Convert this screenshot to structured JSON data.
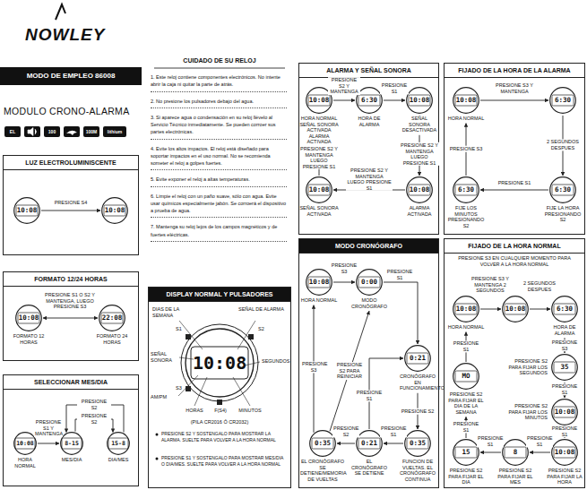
{
  "diagram": {
    "title": "MODO DE EMPLEO 86008",
    "nodes": [
      {
        "text": [
          "LUZ ELECTROLUMINISCENTE"
        ]
      },
      {
        "text": [
          "10:08"
        ],
        "in": 0
      },
      {
        "text": [
          "10:08"
        ],
        "in": 0
      },
      {
        "text": [
          "FORMATO 12/24 HORAS"
        ]
      },
      {
        "text": [
          "10:08",
          "FORMATO 12 HORAS"
        ],
        "in": 3
      },
      {
        "text": [
          "22:08",
          "FORMATO 24 HORAS"
        ],
        "in": 3
      },
      {
        "text": [
          "SELECCIONAR MES/DIA"
        ]
      },
      {
        "text": [
          "10:08",
          "HORA NORMAL"
        ],
        "in": 6
      },
      {
        "text": [
          "8-15",
          "MES/DIA"
        ],
        "in": 6
      },
      {
        "text": [
          "15-8",
          "DIA/MES"
        ],
        "in": 6
      },
      {
        "text": [
          "DISPLAY NORMAL Y PULSADORES"
        ]
      },
      {
        "text": [
          "ALARMA Y SEÑAL SONORA"
        ]
      },
      {
        "text": [
          "10:08",
          "HORA NORMAL SEÑAL SONORA ACTIVADA ALARMA ACTIVADA"
        ],
        "in": 11
      },
      {
        "text": [
          "6:30",
          "HORA DE ALARMA"
        ],
        "in": 11
      },
      {
        "text": [
          "10:08",
          "SEÑAL SONORA DESACTIVADA"
        ],
        "in": 11
      },
      {
        "text": [
          "10:08",
          "SEÑAL SONORA ACTIVADA"
        ],
        "in": 11
      },
      {
        "text": [
          "10:08",
          "ALARMA ACTIVADA"
        ],
        "in": 11
      },
      {
        "text": [
          "FIJADO DE LA HORA DE LA ALARMA"
        ]
      },
      {
        "text": [
          "10:08",
          "HORA NORMAL"
        ],
        "in": 17
      },
      {
        "text": [
          "6:30"
        ],
        "in": 17
      },
      {
        "text": [
          "6:30",
          "FIJE LOS MINUTOS PRESIONANDO S2"
        ],
        "in": 17
      },
      {
        "text": [
          "6:30",
          "FIJE LA HORA PRESIONANDO S2"
        ],
        "in": 17
      },
      {
        "text": [
          "MODO CRONÓGRAFO"
        ]
      },
      {
        "text": [
          "10:08",
          "HORA NORMAL"
        ],
        "in": 22
      },
      {
        "text": [
          "0:00",
          "MODO CRONÓGRAFO"
        ],
        "in": 22
      },
      {
        "text": [
          "0:21",
          "CRONÓGRAFO EN FUNCIONAMIENTO"
        ],
        "in": 22
      },
      {
        "text": [
          "0:35",
          "EL CRONÓGRAFO SE DETIENE/MEMORIA DE VUELTAS"
        ],
        "in": 22
      },
      {
        "text": [
          "0:21",
          "EL CRONÓGRAFO SE DETIENE"
        ],
        "in": 22
      },
      {
        "text": [
          "0:35",
          "FUNCION DE VUELTAS. EL CRONÓGRAFO CONTINUA"
        ],
        "in": 22
      },
      {
        "text": [
          "FIJADO DE LA HORA NORMAL"
        ]
      },
      {
        "text": [
          "10:08",
          "HORA NORMAL"
        ],
        "in": 29
      },
      {
        "text": [
          "10:08"
        ],
        "in": 29
      },
      {
        "text": [
          "6:30",
          "HORA DE ALARMA"
        ],
        "in": 29
      },
      {
        "text": [
          "35",
          "PRESIONE S2 PARA FIJAR LOS SEGUNDOS"
        ],
        "in": 29
      },
      {
        "text": [
          "MO",
          "PRESIONE S2 PARA FIJAR EL DIA DE LA SEMANA"
        ],
        "in": 29
      },
      {
        "text": [
          "10:08",
          "PRESIONE S2 PARA FIJAR LOS MINUTOS"
        ],
        "in": 29
      },
      {
        "text": [
          "15",
          "PRESIONE S2 PARA FIJAR EL DIA"
        ],
        "in": 29
      },
      {
        "text": [
          "8",
          "PRESIONE S2 PARA FIJAR EL MES"
        ],
        "in": 29
      },
      {
        "text": [
          "10:08",
          "PRESIONE S2 PARA FIJAR LA HORA"
        ],
        "in": 29
      }
    ],
    "edges": [
      {
        "from": 1,
        "to": 2,
        "label": "PRESIONE S4",
        "arrow": "to"
      },
      {
        "from": 4,
        "to": 5,
        "label": "PRESIONE S1 O S2 Y MANTENGA, LUEGO PRESIONE S3",
        "arrow": "both"
      },
      {
        "from": 7,
        "to": 8,
        "label": "PRESIONE S1 Y MANTENGA",
        "arrow": "to"
      },
      {
        "from": 8,
        "to": 9,
        "label": "PRESIONE S2",
        "arrow": "to"
      },
      {
        "from": 9,
        "to": 8,
        "label": "PRESIONE S2",
        "arrow": "to"
      },
      {
        "from": 12,
        "to": 13,
        "label": "PRESIONE S2 Y MANTENGA",
        "arrow": "to"
      },
      {
        "from": 13,
        "to": 14,
        "label": "PRESIONE S1",
        "arrow": "to"
      },
      {
        "from": 14,
        "to": 16,
        "label": "PRESIONE S2 Y MANTENGA LUEGO PRESIONE S1",
        "arrow": "to"
      },
      {
        "from": 16,
        "to": 15,
        "label": "PRESIONE S2 Y MANTENGA LUEGO PRESIONE S1",
        "arrow": "to"
      },
      {
        "from": 15,
        "to": 12,
        "label": "PRESIONE S2 Y MANTENGA LUEGO PRESIONE S1",
        "arrow": "to"
      },
      {
        "from": 18,
        "to": 19,
        "label": "PRESIONE S3 Y MANTENGA",
        "arrow": "to"
      },
      {
        "from": 19,
        "to": 21,
        "label": "2 SEGUNDOS DESPUES",
        "arrow": "to"
      },
      {
        "from": 21,
        "to": 20,
        "label": "PRESIONE S1",
        "arrow": "to"
      },
      {
        "from": 20,
        "to": 18,
        "label": "PRESIONE S3",
        "arrow": "to"
      },
      {
        "from": 23,
        "to": 24,
        "label": "PRESIONE S3",
        "arrow": "to"
      },
      {
        "from": 24,
        "to": 25,
        "label": "PRESIONE S1",
        "arrow": "to"
      },
      {
        "from": 25,
        "to": 28,
        "label": "PRESIONE S2",
        "arrow": "to"
      },
      {
        "from": 28,
        "to": 27,
        "label": "PRESIONE S1",
        "arrow": "to"
      },
      {
        "from": 27,
        "to": 26,
        "label": "PRESIONE S2",
        "arrow": "to"
      },
      {
        "from": 26,
        "to": 24,
        "label": "PRESIONE S2 PARA REINICIAR",
        "arrow": "to"
      },
      {
        "from": 26,
        "to": 23,
        "label": "PRESIONE S3",
        "arrow": "to"
      },
      {
        "from": 27,
        "to": 25,
        "label": "PRESIONE S1",
        "arrow": "to"
      },
      {
        "from": 30,
        "to": 31,
        "label": "PRESIONE S3 Y MANTENGA 2 SEGUNDOS",
        "arrow": "to"
      },
      {
        "from": 31,
        "to": 32,
        "label": "2 SEGUNDOS DESPUES",
        "arrow": "to"
      },
      {
        "from": 32,
        "to": 33,
        "label": "PRESIONE S3",
        "arrow": "to"
      },
      {
        "from": 33,
        "to": 35,
        "label": "PRESIONE S1",
        "arrow": "to"
      },
      {
        "from": 35,
        "to": 38,
        "label": "PRESIONE S1",
        "arrow": "to"
      },
      {
        "from": 38,
        "to": 37,
        "label": "PRESIONE S1",
        "arrow": "to"
      },
      {
        "from": 37,
        "to": 36,
        "label": "PRESIONE S1",
        "arrow": "to"
      },
      {
        "from": 36,
        "to": 34,
        "label": "PRESIONE S1",
        "arrow": "to"
      },
      {
        "from": 34,
        "to": 30,
        "label": "PRESIONE S1",
        "arrow": "to"
      }
    ],
    "labels": [
      "NOWLEY",
      "MODULO CRONO-ALARMA",
      "EL",
      "100",
      "100M",
      "lithium",
      "CUIDADO DE SU RELOJ",
      "1. Este reloj contiene componentes electrónicos. No intente abrir la caja ni quitar la parte de atrás.",
      "2. No presione los pulsadores debajo del agua.",
      "3. Si aparece agua o condensación en su reloj llévelo al Servicio Técnico inmediatamente. Se pueden corroer sus partes electrónicas.",
      "4. Evite los altos impactos. El reloj está diseñado para soportar impactos en el uso normal. No se recomienda someter el reloj a golpes fuertes.",
      "5. Evite exponer el reloj a altas temperaturas.",
      "6. Limpie el reloj con un paño suave, sólo con agua. Evite usar químicos especialmente jabón. Se corroerá el dispositivo a prueba de agua.",
      "7. Mantenga su reloj lejos de los campos magnéticos y de fuertes eléctricas.",
      "DIAS DE LA SEMANA",
      "SEÑAL DE ALARMA",
      "S1",
      "S2",
      "S3",
      "SEÑAL SONORA",
      "SEGUNDOS",
      "AM/PM",
      "HORAS",
      "F(S4)",
      "MINUTOS",
      "10:08",
      "(PILA CR2016 Ó CR2032)",
      "PRESIONE S2 Y SOSTENGALO PARA MOSTRAR LA ALARMA. SUELTE PARA VOLVER A LA HORA NORMAL",
      "PRESIONE S1 Y SOSTENGALO PARA MOSTRAR MES/DIA O DIA/MES. SUELTE PARA VOLVER A LA HORA NORMAL",
      "PRESIONE S3 EN CUALQUIER MOMENTO PARA VOLVER A LA HORA NORMAL"
    ]
  }
}
